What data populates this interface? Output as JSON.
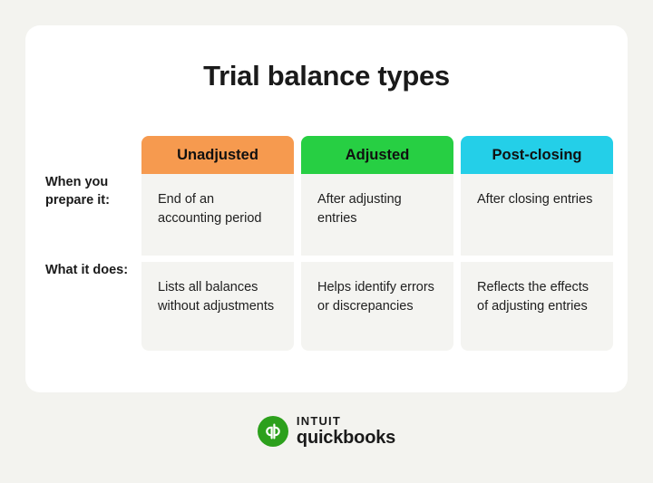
{
  "card": {
    "title": "Trial balance types"
  },
  "table": {
    "columns": [
      {
        "label": "Unadjusted",
        "color": "#f69a4f"
      },
      {
        "label": "Adjusted",
        "color": "#27cf43"
      },
      {
        "label": "Post-closing",
        "color": "#24cfe8"
      }
    ],
    "rows": [
      {
        "label": "When you prepare it:",
        "cells": [
          "End of an accounting period",
          "After adjusting entries",
          "After closing entries"
        ]
      },
      {
        "label": "What it does:",
        "cells": [
          "Lists all balances without adjustments",
          "Helps identify errors or discrepancies",
          "Reflects the effects of adjusting entries"
        ]
      }
    ]
  },
  "footer": {
    "logo_mark_letters": "qb",
    "brand_line1": "INTUIT",
    "brand_line2": "quickbooks",
    "brand_color": "#2ca01c"
  },
  "theme": {
    "page_background": "#f3f3ef",
    "card_background": "#ffffff",
    "cell_background": "#f4f4f1",
    "text_color": "#1a1a1a"
  }
}
